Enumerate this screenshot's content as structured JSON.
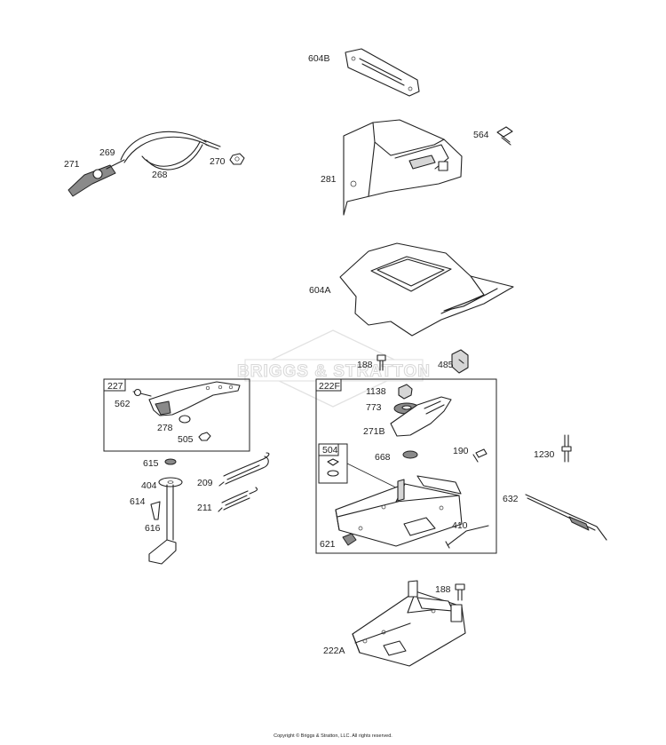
{
  "watermark": {
    "brand": "BRIGGS & STRATTON"
  },
  "copyright": "Copyright © Briggs & Stratton, LLC. All rights reserved.",
  "colors": {
    "line": "#222222",
    "fill_light": "#d6d6d6",
    "fill_dark": "#8a8a8a",
    "watermark": "#d9d9d9"
  },
  "parts": {
    "p604B": "604B",
    "p564": "564",
    "p281": "281",
    "p271": "271",
    "p269": "269",
    "p268": "268",
    "p270": "270",
    "p604A": "604A",
    "p188a": "188",
    "p485": "485",
    "p227": "227",
    "p562": "562",
    "p278": "278",
    "p505": "505",
    "p222F": "222F",
    "p1138": "1138",
    "p773": "773",
    "p271B": "271B",
    "p668": "668",
    "p190": "190",
    "p504": "504",
    "p410": "410",
    "p621": "621",
    "p1230": "1230",
    "p632": "632",
    "p615": "615",
    "p404": "404",
    "p614": "614",
    "p616": "616",
    "p209": "209",
    "p211": "211",
    "p188b": "188",
    "p222A": "222A"
  }
}
